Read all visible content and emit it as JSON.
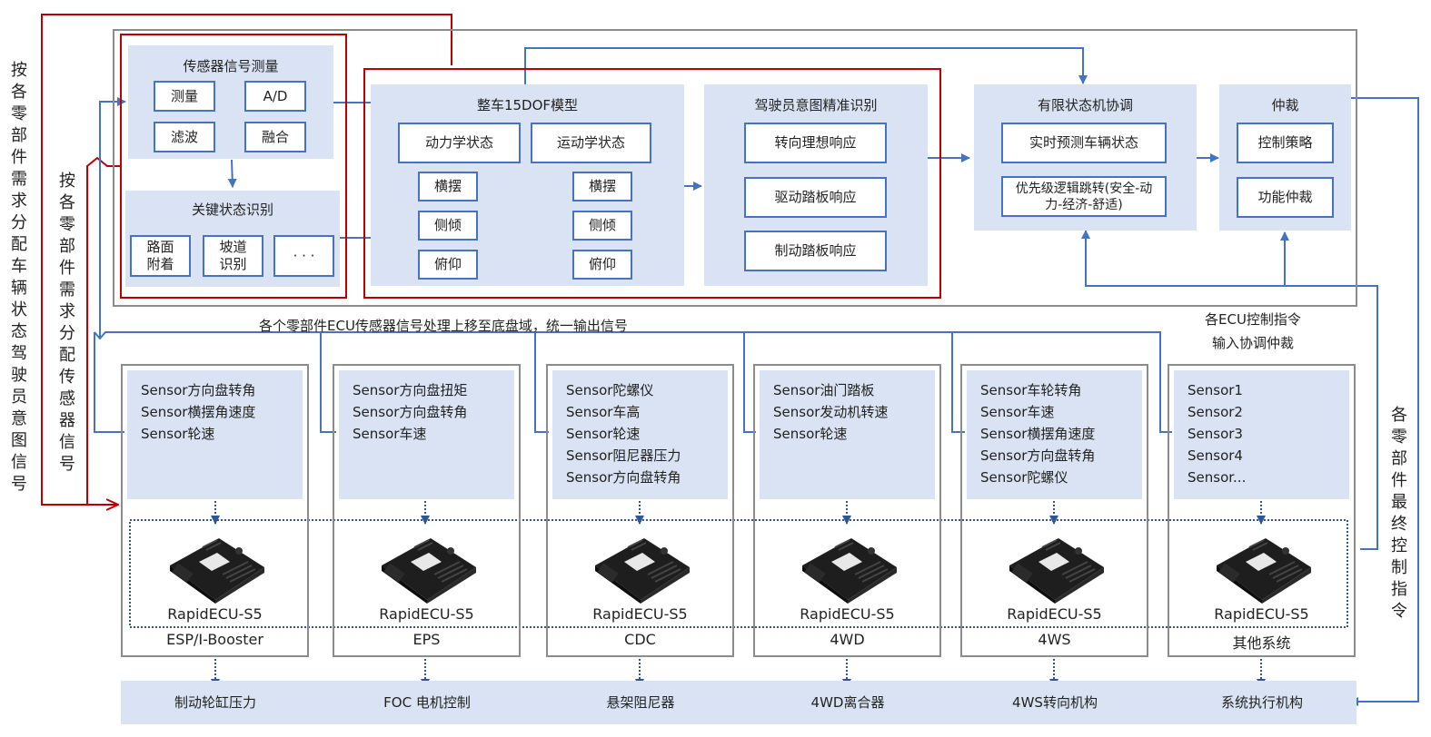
{
  "left_labels": {
    "outer": "按各零部件需求分配车辆状态驾驶员意图信号",
    "inner": "按各零部件需求分配传感器信号",
    "right": "各零部件最终控制指令"
  },
  "sensor_measure": {
    "title": "传感器信号测量",
    "items": [
      "测量",
      "A/D",
      "滤波",
      "融合"
    ]
  },
  "key_state": {
    "title": "关键状态识别",
    "items": [
      "路面附着",
      "坡道识别",
      "· · ·"
    ]
  },
  "vehicle_model": {
    "title": "整车15DOF模型",
    "groups": [
      "动力学状态",
      "运动学状态"
    ],
    "left_items": [
      "横摆",
      "侧倾",
      "俯仰"
    ],
    "right_items": [
      "横摆",
      "侧倾",
      "俯仰"
    ]
  },
  "driver_intent": {
    "title": "驾驶员意图精准识别",
    "items": [
      "转向理想响应",
      "驱动踏板响应",
      "制动踏板响应"
    ]
  },
  "fsm": {
    "title": "有限状态机协调",
    "items": [
      "实时预测车辆状态",
      "优先级逻辑跳转(安全-动力-经济-舒适)"
    ]
  },
  "arbitration": {
    "title": "仲裁",
    "items": [
      "控制策略",
      "功能仲裁"
    ]
  },
  "notes": {
    "bus": "各个零部件ECU传感器信号处理上移至底盘域，统一输出信号",
    "ecu_cmd_line1": "各ECU控制指令",
    "ecu_cmd_line2": "输入协调仲裁"
  },
  "ecus": [
    {
      "sensors": [
        "Sensor方向盘转角",
        "Sensor横摆角速度",
        "Sensor轮速"
      ],
      "model": "RapidECU-S5",
      "system": "ESP/I-Booster",
      "actuator": "制动轮缸压力"
    },
    {
      "sensors": [
        "Sensor方向盘扭矩",
        "Sensor方向盘转角",
        "Sensor车速"
      ],
      "model": "RapidECU-S5",
      "system": "EPS",
      "actuator": "FOC 电机控制"
    },
    {
      "sensors": [
        "Sensor陀螺仪",
        "Sensor车高",
        "Sensor轮速",
        "Sensor阻尼器压力",
        "Sensor方向盘转角"
      ],
      "model": "RapidECU-S5",
      "system": "CDC",
      "actuator": "悬架阻尼器"
    },
    {
      "sensors": [
        "Sensor油门踏板",
        "Sensor发动机转速",
        "Sensor轮速"
      ],
      "model": "RapidECU-S5",
      "system": "4WD",
      "actuator": "4WD离合器"
    },
    {
      "sensors": [
        "Sensor车轮转角",
        "Sensor车速",
        "Sensor横摆角速度",
        "Sensor方向盘转角",
        "Sensor陀螺仪"
      ],
      "model": "RapidECU-S5",
      "system": "4WS",
      "actuator": "4WS转向机构"
    },
    {
      "sensors": [
        "Sensor1",
        "Sensor2",
        "Sensor3",
        "Sensor4",
        "Sensor..."
      ],
      "model": "RapidECU-S5",
      "system": "其他系统",
      "actuator": "系统执行机构"
    }
  ],
  "colors": {
    "blue": "#4472c4",
    "red": "#c00000",
    "panel": "#dae3f3",
    "gray": "#8c8c8c",
    "dotted": "#2f5597"
  }
}
